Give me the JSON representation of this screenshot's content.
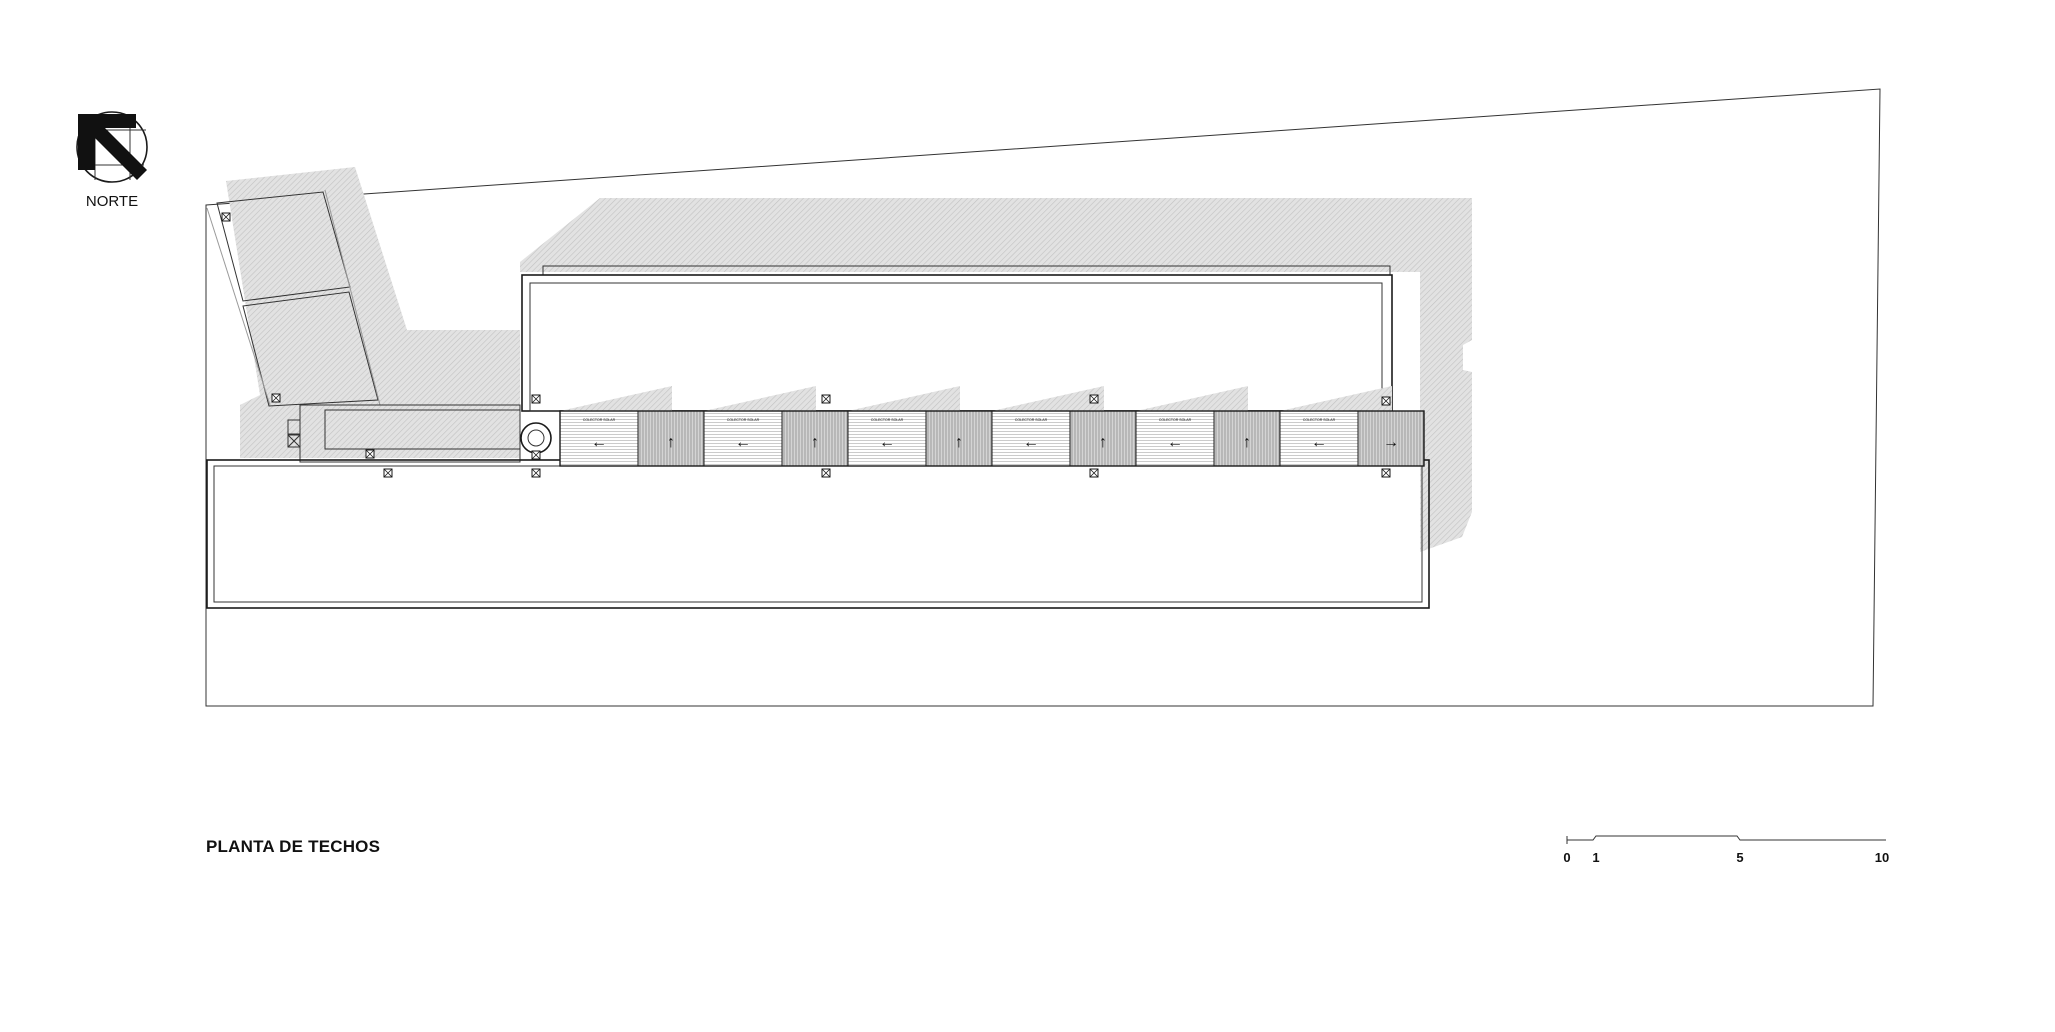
{
  "north": {
    "label": "NORTE",
    "icon": "north-arrow-icon"
  },
  "plan": {
    "title": "PLANTA DE TECHOS"
  },
  "scale_bar": {
    "ticks": [
      "0",
      "1",
      "5",
      "10"
    ]
  },
  "roof_panels": {
    "count": 6,
    "panel_label": "COLECTOR SOLAR",
    "arrows": [
      "←",
      "↑",
      "←",
      "↑",
      "←",
      "↑",
      "←",
      "↑",
      "←",
      "↑",
      "←",
      "→"
    ]
  },
  "colors": {
    "line": "#1a1a1a",
    "hatch": "#d8d8d8",
    "background": "#ffffff"
  }
}
